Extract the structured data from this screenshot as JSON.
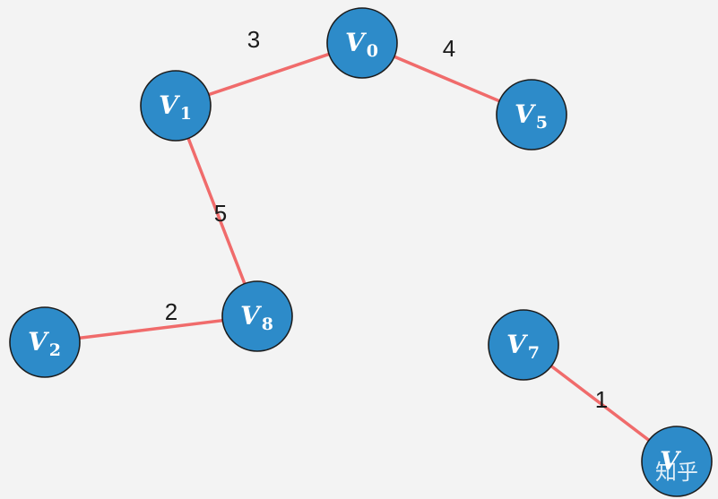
{
  "diagram": {
    "nodes": [
      {
        "id": "v0",
        "letter": "V",
        "sub": "0"
      },
      {
        "id": "v1",
        "letter": "V",
        "sub": "1"
      },
      {
        "id": "v5",
        "letter": "V",
        "sub": "5"
      },
      {
        "id": "v8",
        "letter": "V",
        "sub": "8"
      },
      {
        "id": "v2",
        "letter": "V",
        "sub": "2"
      },
      {
        "id": "v7",
        "letter": "V",
        "sub": "7"
      },
      {
        "id": "v6",
        "letter": "V",
        "sub": ""
      }
    ],
    "edges": [
      {
        "from": "v1",
        "to": "v0",
        "weight": "3"
      },
      {
        "from": "v0",
        "to": "v5",
        "weight": "4"
      },
      {
        "from": "v1",
        "to": "v8",
        "weight": "5"
      },
      {
        "from": "v2",
        "to": "v8",
        "weight": "2"
      },
      {
        "from": "v7",
        "to": "v6",
        "weight": "1"
      }
    ],
    "colors": {
      "node_fill": "#2d8bc9",
      "node_stroke": "#1c1c1c",
      "edge": "#f06b6b",
      "background": "#f3f3f3"
    }
  },
  "watermark": "知乎"
}
